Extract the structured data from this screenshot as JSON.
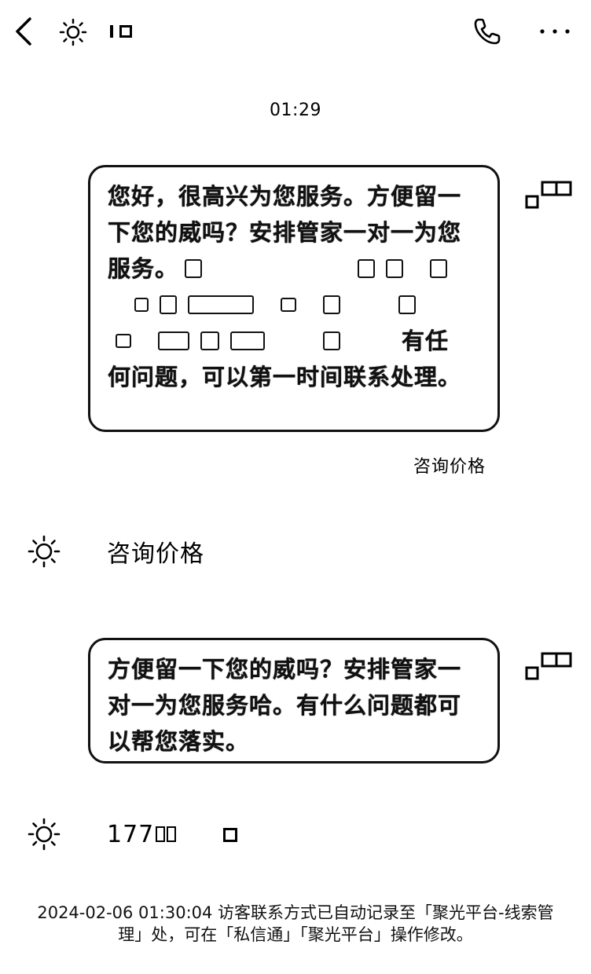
{
  "header": {
    "back_icon": "chevron-left-icon",
    "theme_icon": "sun-icon",
    "call_icon": "phone-icon",
    "more_icon": "more-horizontal-icon"
  },
  "conversation": {
    "timestamp": "01:29",
    "messages": [
      {
        "direction": "outgoing",
        "text_line1": "您好，很高兴为您服务。方便留一",
        "text_line2": "下您的威吗？安排管家一对一为您",
        "text_line3_start": "服务。",
        "text_tail_1": "有任",
        "text_tail_2": "何问题，可以第一时间联系处理。"
      },
      {
        "direction": "outgoing",
        "caption": "咨询价格"
      },
      {
        "direction": "incoming",
        "text": "咨询价格"
      },
      {
        "direction": "outgoing",
        "text": "方便留一下您的威吗？安排管家一对一为您服务哈。有什么问题都可以帮您落实。"
      },
      {
        "direction": "incoming",
        "text": "177"
      }
    ],
    "system_note": "2024-02-06 01:30:04 访客联系方式已自动记录至「聚光平台-线索管理」处，可在「私信通」「聚光平台」操作修改。"
  }
}
